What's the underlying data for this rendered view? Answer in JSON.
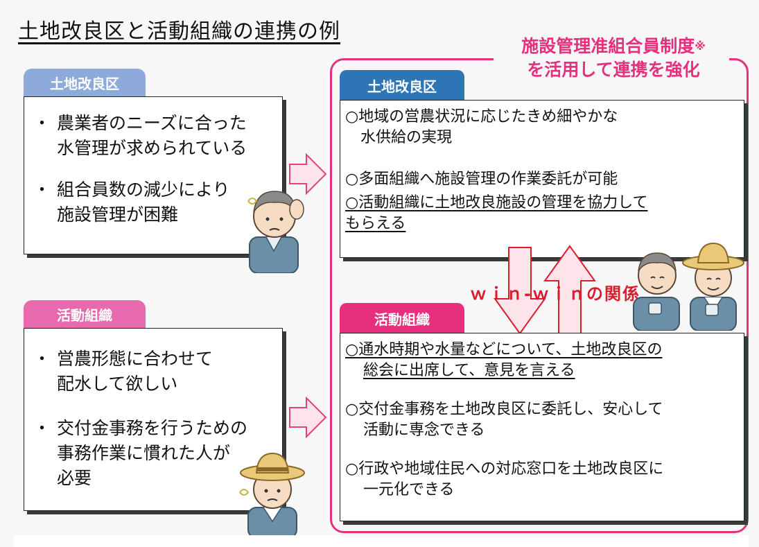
{
  "title": "土地改良区と活動組織の連携の例",
  "note": {
    "line1": "施設管理准組合員制度",
    "mark": "※",
    "line2": "を活用して連携を強化"
  },
  "left_top": {
    "label": "土地改良区",
    "items": [
      [
        "農業者のニーズに合った",
        "水管理が求められている"
      ],
      [
        "組合員数の減少により",
        "施設管理が困難"
      ]
    ]
  },
  "left_bottom": {
    "label": "活動組織",
    "items": [
      [
        "営農形態に合わせて",
        "配水して欲しい"
      ],
      [
        "交付金事務を行うための",
        "事務作業に慣れた人が",
        "必要"
      ]
    ]
  },
  "right_top": {
    "label": "土地改良区",
    "items": [
      [
        "○地域の営農状況に応じたきめ細やかな",
        "水供給の実現"
      ],
      [
        "○多面組織へ施設管理の作業委託が可能"
      ],
      [
        "○活動組織に土地改良施設の管理を協力して",
        "もらえる"
      ]
    ]
  },
  "right_bottom": {
    "label": "活動組織",
    "items": [
      [
        "○通水時期や水量などについて、土地改良区の",
        "総会に出席して、意見を言える"
      ],
      [
        "○交付金事務を土地改良区に委託し、安心して",
        "活動に専念できる"
      ],
      [
        "○行政や地域住民への対応窓口を土地改良区に",
        "一元化できる"
      ]
    ]
  },
  "winwin": "ｗｉｎ-ｗｉｎの関係",
  "bullet": "・",
  "colors": {
    "blue_tab": "#2e75b6",
    "light_blue_tab": "#8eaadb",
    "pink": "#e6307e",
    "light_pink_tab": "#e76aae",
    "arrow_fill": "#fde3ea",
    "arrow_stroke": "#e2417b",
    "red": "#d91c2e"
  }
}
